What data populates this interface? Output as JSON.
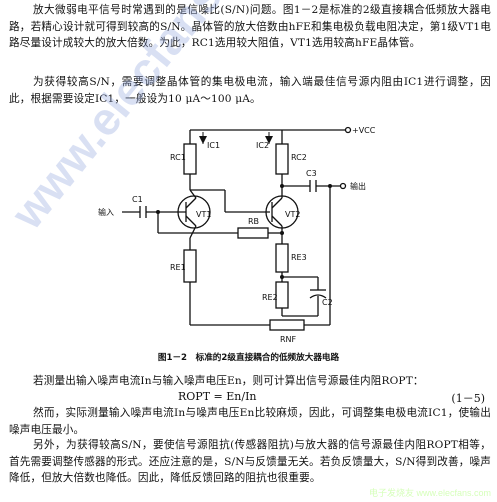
{
  "paragraphs": {
    "p1": "放大微弱电平信号时常遇到的是信噪比(S/N)问题。图1－2是标准的2级直接耦合低频放大器电路，若精心设计就可得到较高的S/N。晶体管的放大倍数由hFE和集电极负载电阻决定，第1级VT1电路尽量设计成较大的放大倍数。为此，RC1选用较大阻值，VT1选用较高hFE晶体管。",
    "p2": "为获得较高S/N，需要调整晶体管的集电极电流，输入端最佳信号源内阻由IC1进行调整，因此，根据需要设定IC1，一般设为10 μA～100 μA。",
    "p3": "若测量出输入噪声电流In与输入噪声电压En，则可计算出信号源最佳内阻ROPT：",
    "p5": "然而，实际测量输入噪声电流In与噪声电压En比较麻烦，因此，可调整集电极电流IC1，使输出噪声电压最小。",
    "p6": "另外，为获得较高S/N，要使信号源阻抗(传感器阻抗)与放大器的信号源最佳内阻ROPT相等，首先需要调整传感器的形式。还应注意的是，S/N与反馈量无关。若负反馈量大，S/N得到改善，噪声降低，但放大倍数也降低。因此，降低反馈回路的阻抗也很重要。"
  },
  "equation": {
    "text": "ROPT = En/In",
    "number": "(1－5)"
  },
  "figure": {
    "caption": "图1－2　标准的2级直接耦合的低频放大器电路",
    "labels": {
      "vcc": "+VCC",
      "output": "输出",
      "input": "输入",
      "c1": "C1",
      "c2": "C2",
      "c3": "C3",
      "rc1": "RC1",
      "rc2": "RC2",
      "ic1": "IC1",
      "ic2": "IC2",
      "vt1": "VT1",
      "vt2": "VT2",
      "rb": "RB",
      "re1": "RE1",
      "re2": "RE2",
      "re3": "RE3",
      "rnf": "RNF"
    }
  },
  "watermarks": {
    "main": "www.elecfans.com",
    "corner": "电子发烧友 www.elecfans.com"
  }
}
